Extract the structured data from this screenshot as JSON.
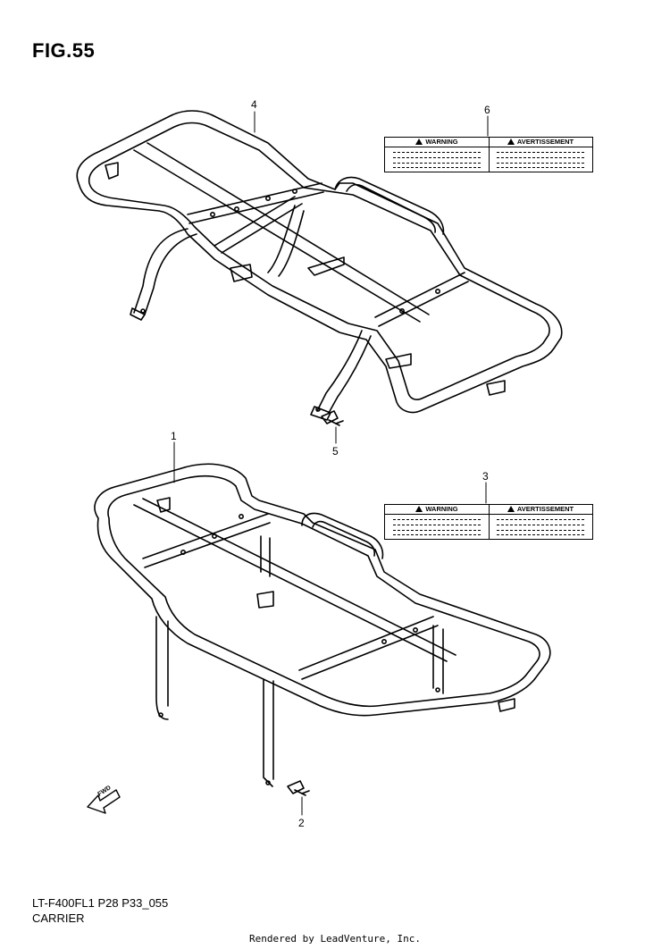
{
  "figure": {
    "title": "FIG.55",
    "code": "LT-F400FL1 P28 P33_055",
    "name": "CARRIER",
    "rendered_by": "Rendered by LeadVenture, Inc."
  },
  "callouts": [
    "4",
    "6",
    "5",
    "1",
    "3",
    "2"
  ],
  "labels": {
    "warning": "WARNING",
    "avertissement": "AVERTISSEMENT"
  },
  "fwd_label": "FWD",
  "icons": {
    "fwd_arrow": "fwd-arrow-icon",
    "warning_triangle": "warning-triangle-icon"
  },
  "colors": {
    "line": "#000000",
    "background": "#ffffff"
  }
}
